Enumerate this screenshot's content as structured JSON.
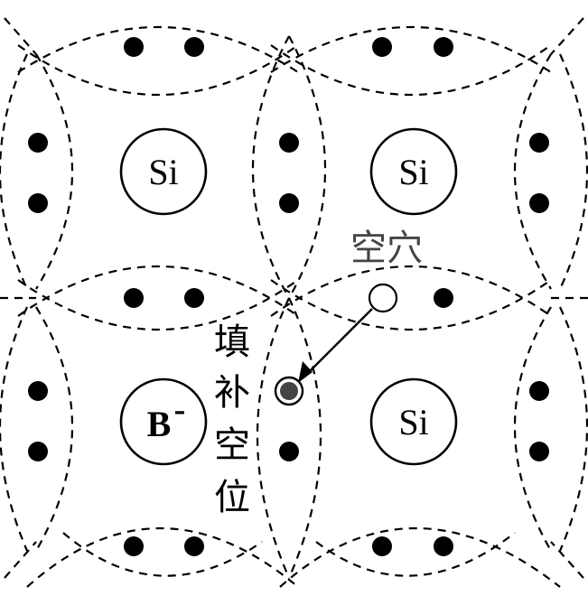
{
  "atoms": {
    "top_left": "Si",
    "top_right": "Si",
    "bottom_left_symbol": "B",
    "bottom_left_charge": "-",
    "bottom_right": "Si"
  },
  "labels": {
    "hole": "空穴",
    "fill_vacancy": [
      "填",
      "补",
      "空",
      "位"
    ]
  },
  "colors": {
    "line": "#000000",
    "electron": "#000000",
    "hole_fill": "#ffffff",
    "filled_electron": "#444444"
  }
}
